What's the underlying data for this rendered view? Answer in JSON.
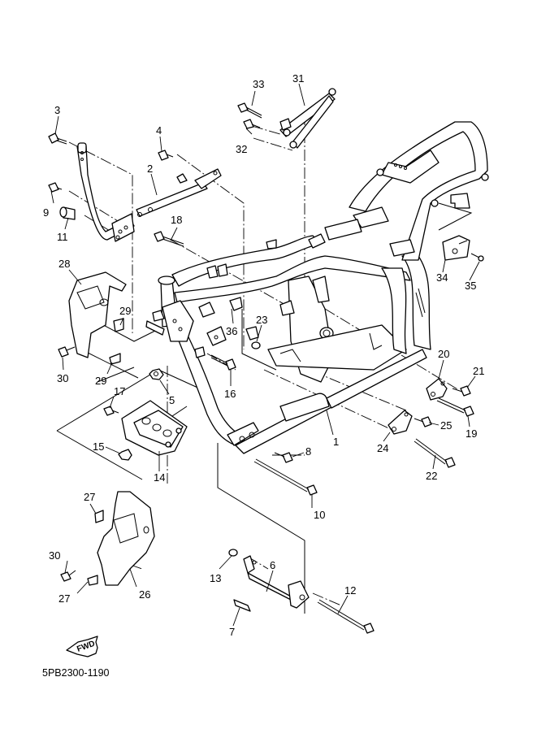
{
  "diagram": {
    "title": "Frame assembly exploded view",
    "code": "5PB2300-1190",
    "fwd_label": "FWD",
    "callouts": [
      {
        "id": "c1",
        "label": "1"
      },
      {
        "id": "c2",
        "label": "2"
      },
      {
        "id": "c3",
        "label": "3"
      },
      {
        "id": "c4",
        "label": "4"
      },
      {
        "id": "c5",
        "label": "5"
      },
      {
        "id": "c6",
        "label": "6"
      },
      {
        "id": "c7",
        "label": "7"
      },
      {
        "id": "c8",
        "label": "8"
      },
      {
        "id": "c9",
        "label": "9"
      },
      {
        "id": "c10",
        "label": "10"
      },
      {
        "id": "c11",
        "label": "11"
      },
      {
        "id": "c12",
        "label": "12"
      },
      {
        "id": "c13",
        "label": "13"
      },
      {
        "id": "c14",
        "label": "14"
      },
      {
        "id": "c15",
        "label": "15"
      },
      {
        "id": "c16",
        "label": "16"
      },
      {
        "id": "c17",
        "label": "17"
      },
      {
        "id": "c18",
        "label": "18"
      },
      {
        "id": "c19",
        "label": "19"
      },
      {
        "id": "c20",
        "label": "20"
      },
      {
        "id": "c21",
        "label": "21"
      },
      {
        "id": "c22",
        "label": "22"
      },
      {
        "id": "c23",
        "label": "23"
      },
      {
        "id": "c24",
        "label": "24"
      },
      {
        "id": "c25",
        "label": "25"
      },
      {
        "id": "c26",
        "label": "26"
      },
      {
        "id": "c27a",
        "label": "27"
      },
      {
        "id": "c27b",
        "label": "27"
      },
      {
        "id": "c28",
        "label": "28"
      },
      {
        "id": "c29a",
        "label": "29"
      },
      {
        "id": "c29b",
        "label": "29"
      },
      {
        "id": "c30a",
        "label": "30"
      },
      {
        "id": "c30b",
        "label": "30"
      },
      {
        "id": "c31",
        "label": "31"
      },
      {
        "id": "c32",
        "label": "32"
      },
      {
        "id": "c33",
        "label": "33"
      },
      {
        "id": "c34",
        "label": "34"
      },
      {
        "id": "c35",
        "label": "35"
      },
      {
        "id": "c36",
        "label": "36"
      }
    ]
  }
}
